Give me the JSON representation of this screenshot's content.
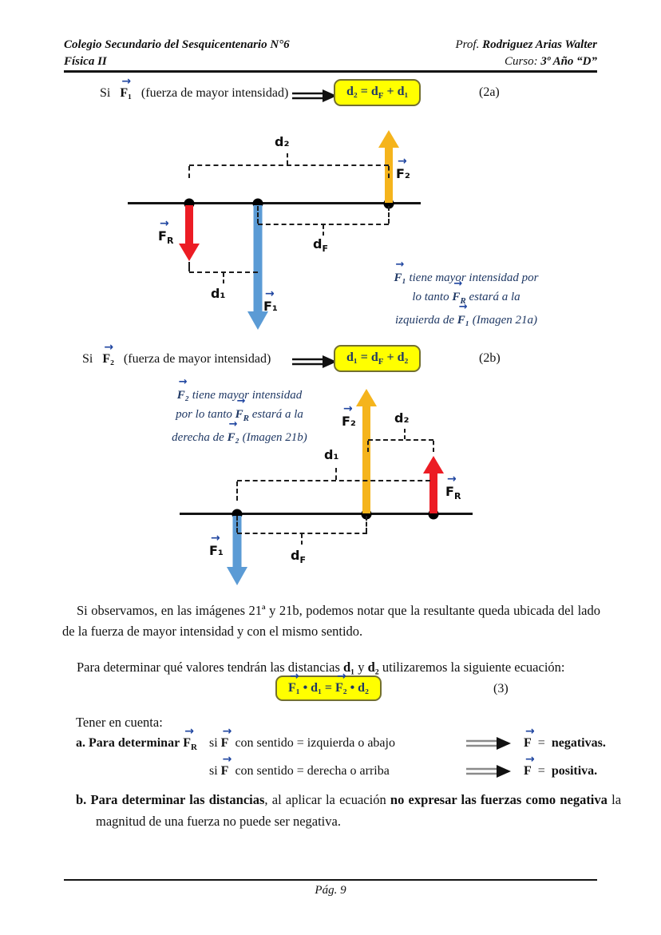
{
  "icons": {
    "vector-arrow-icon": "→",
    "implies-arrow-icon": "double-line arrow with solid head"
  },
  "colors": {
    "box_fill": "#FFFF00",
    "box_border": "#73702E",
    "navy_text": "#1F3864",
    "vector_arrow": "#1F45A0",
    "force_red": "#EC1C24",
    "force_blue": "#5B9BD5",
    "force_yellow": "#F5B41C"
  },
  "header": {
    "school": "Colegio Secundario del Sesquicentenario N°6",
    "subject": "Física II",
    "prof_prefix": "Prof.",
    "prof_name": "Rodriguez Arias Walter",
    "course_prefix": "Curso:",
    "course_value": "3º Año “D”"
  },
  "sym": {
    "d": "d",
    "F": "F",
    "R": "R",
    "F1": "F₁",
    "F2": "F₂",
    "d1": "d₁",
    "d2": "d₂"
  },
  "eq2a": {
    "si": "Si",
    "vec": "F₁",
    "desc": "(fuerza de mayor intensidad)",
    "box_a": "d₂  =  d",
    "box_sub": "F",
    "box_b": " + d₁",
    "tag": "(2a)"
  },
  "eq2b": {
    "si": "Si",
    "vec": "F₂",
    "desc": "(fuerza de mayor intensidad)",
    "box_a": "d₁  =  d",
    "box_sub": "F",
    "box_b": " + d₂",
    "tag": "(2b)"
  },
  "note1": {
    "l1_vec": "F₁",
    "l1_text": " tiene mayor intensidad  por",
    "l2_pre": "lo tanto ",
    "l2_post": " estará a la",
    "l3_pre": "izquierda de ",
    "l3_vec": "F₁",
    "l3_post": "  (Imagen 21a)"
  },
  "note2": {
    "l1_vec": "F₂",
    "l1_text": "  tiene mayor intensidad",
    "l2_pre": "por lo tanto ",
    "l2_post": " estará a la",
    "l3_pre": "derecha de ",
    "l3_vec": "F₂",
    "l3_post": " (Imagen 21b)"
  },
  "paragraphs": {
    "p1": "Si observamos, en las imágenes 21ª y 21b, podemos notar que la resultante queda ubicada del lado de la fuerza de mayor intensidad y con el mismo sentido.",
    "p2a": "Para determinar qué valores tendrán las distancias ",
    "p2_and": " y ",
    "p2b": " utilizaremos la siguiente ecuación:",
    "tener": "Tener en cuenta:"
  },
  "eq3": {
    "vec1": "F₁",
    "mid1": " • d₁  =  ",
    "vec2": "F₂",
    "mid2": " • d₂",
    "tag": "(3)"
  },
  "item_a": {
    "marker": "a.",
    "lead": "Para determinar",
    "si": "si",
    "cond1": "con sentido = izquierda o abajo",
    "cond2": "con sentido = derecha o arriba",
    "equals": "=",
    "result1": "negativas.",
    "result2": "positiva."
  },
  "item_b": {
    "marker": "b.",
    "bold1": "Para determinar las distancias",
    "mid": ", al aplicar la ecuación ",
    "bold2": "no expresar las fuerzas como negativa",
    "tail": " la magnitud de una fuerza no puede ser negativa."
  },
  "footer": {
    "page": "Pág. 9"
  }
}
